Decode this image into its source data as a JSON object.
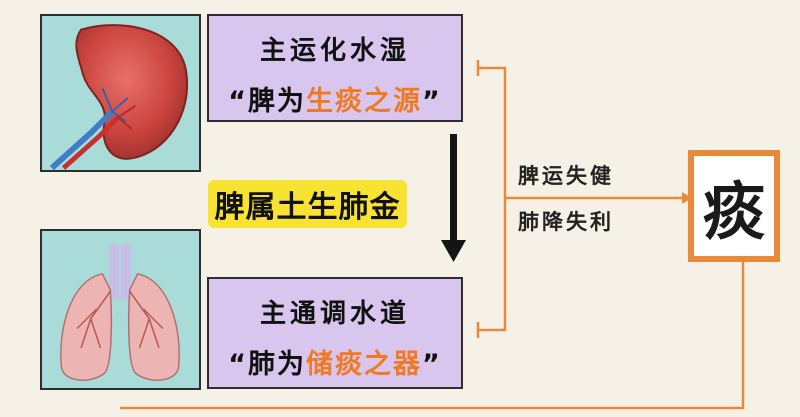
{
  "spleen_box": {
    "line1": "主运化水湿",
    "line2_open_quote": "“",
    "line2_prefix": "脾为",
    "line2_highlight": "生痰之源",
    "line2_close_quote": "”"
  },
  "relation_label": "脾属土生肺金",
  "lung_box": {
    "line1": "主通调水道",
    "line2_open_quote": "“",
    "line2_prefix": "肺为",
    "line2_highlight": "储痰之器",
    "line2_close_quote": "”"
  },
  "causes": {
    "label_spleen": "脾运失健",
    "label_lung": "肺降失利"
  },
  "result": {
    "character": "痰"
  },
  "colors": {
    "background": "#f6f1e6",
    "box_purple": "#d9c6ef",
    "highlight_orange": "#ef7a22",
    "label_yellow": "#f8e232",
    "image_teal": "#a9dcd9",
    "connector_orange": "#e88a3a"
  }
}
